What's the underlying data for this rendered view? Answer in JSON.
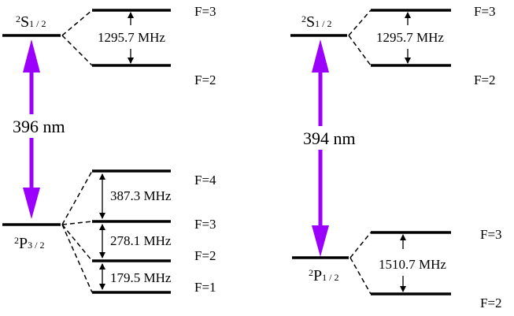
{
  "left": {
    "upper_state": {
      "sup": "2",
      "term": "S",
      "sub": "1 / 2"
    },
    "upper_levels": [
      "F=3",
      "F=2"
    ],
    "upper_split": "1295.7 MHz",
    "lower_state": {
      "sup": "2",
      "term": "P",
      "sub": "3 / 2"
    },
    "lower_levels": [
      "F=4",
      "F=3",
      "F=2",
      "F=1"
    ],
    "lower_splits": [
      "387.3 MHz",
      "278.1 MHz",
      "179.5 MHz"
    ],
    "wavelength": "396 nm"
  },
  "right": {
    "upper_state": {
      "sup": "2",
      "term": "S",
      "sub": "1 / 2"
    },
    "upper_levels": [
      "F=3",
      "F=2"
    ],
    "upper_split": "1295.7 MHz",
    "lower_state": {
      "sup": "2",
      "term": "P",
      "sub": "1 / 2"
    },
    "lower_levels": [
      "F=3",
      "F=2"
    ],
    "lower_split": "1510.7 MHz",
    "wavelength": "394 nm"
  },
  "colors": {
    "transition_arrow": "#9b00ff",
    "lines": "#000000"
  }
}
